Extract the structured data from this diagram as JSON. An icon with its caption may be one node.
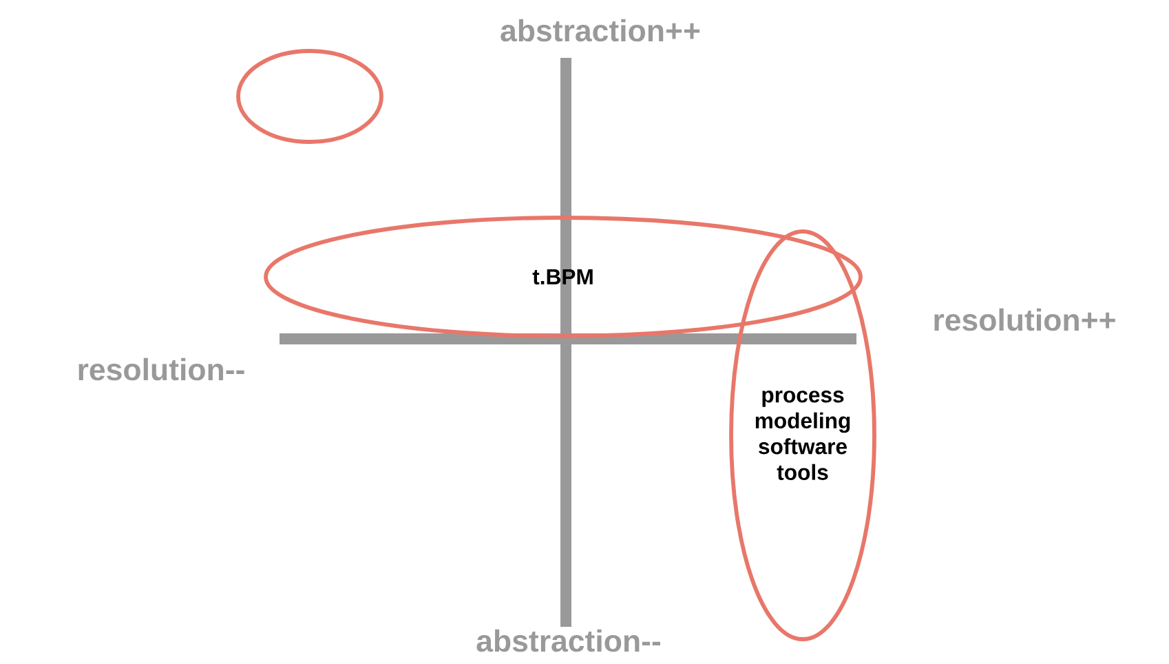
{
  "diagram": {
    "nodes": [
      {
        "text": [],
        "shape": "circle"
      },
      {
        "text": [
          "t.BPM"
        ]
      },
      {
        "text": [
          "process modeling software tools"
        ]
      }
    ],
    "labels": [
      "abstraction++",
      "resolution++",
      "resolution--",
      "abstraction--"
    ]
  }
}
